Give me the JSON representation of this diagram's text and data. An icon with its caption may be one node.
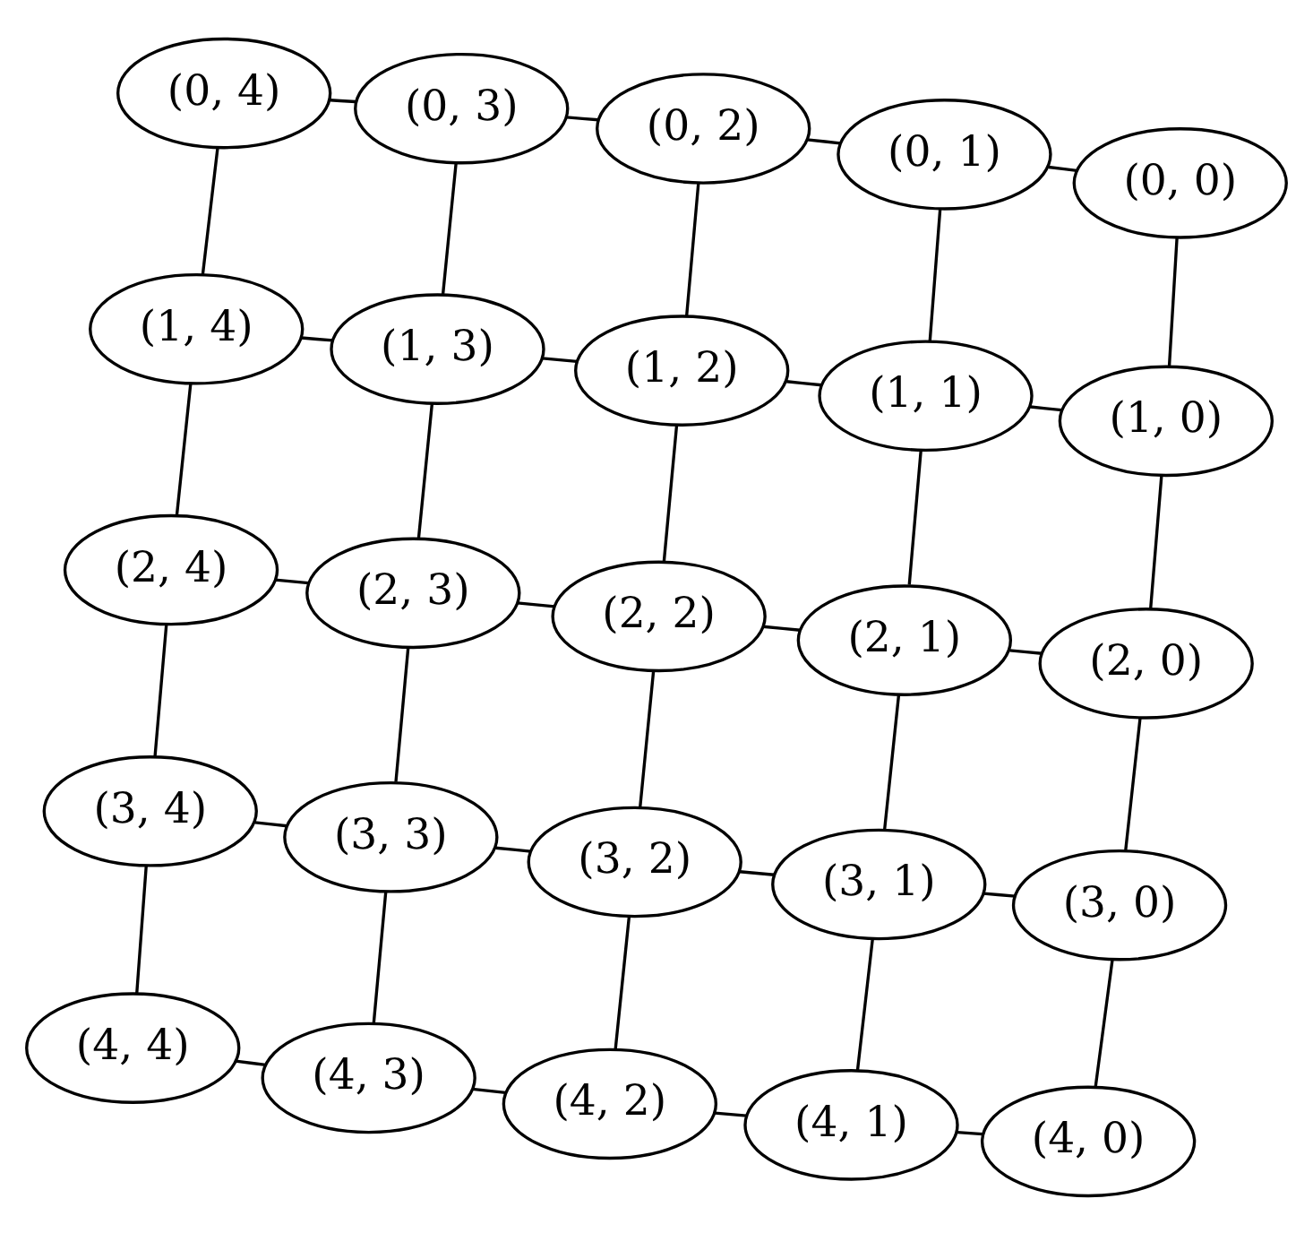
{
  "diagram": {
    "nodes": [
      {
        "text": [
          "(4, 4)"
        ]
      },
      {
        "text": [
          "(4, 3)"
        ]
      },
      {
        "text": [
          "(3, 4)"
        ]
      },
      {
        "text": [
          "(4, 2)"
        ]
      },
      {
        "text": [
          "(3, 3)"
        ]
      },
      {
        "text": [
          "(2, 4)"
        ]
      },
      {
        "text": [
          "(4, 1)"
        ]
      },
      {
        "text": [
          "(3, 2)"
        ]
      },
      {
        "text": [
          "(2, 3)"
        ]
      },
      {
        "text": [
          "(1, 4)"
        ]
      },
      {
        "text": [
          "(4, 0)"
        ]
      },
      {
        "text": [
          "(3, 1)"
        ]
      },
      {
        "text": [
          "(2, 2)"
        ]
      },
      {
        "text": [
          "(1, 3)"
        ]
      },
      {
        "text": [
          "(0, 4)"
        ]
      },
      {
        "text": [
          "(3, 0)"
        ]
      },
      {
        "text": [
          "(2, 1)"
        ]
      },
      {
        "text": [
          "(1, 2)"
        ]
      },
      {
        "text": [
          "(0, 3)"
        ]
      },
      {
        "text": [
          "(2, 0)"
        ]
      },
      {
        "text": [
          "(1, 1)"
        ]
      },
      {
        "text": [
          "(0, 2)"
        ]
      },
      {
        "text": [
          "(1, 0)"
        ]
      },
      {
        "text": [
          "(0, 1)"
        ]
      },
      {
        "text": [
          "(0, 0)"
        ]
      }
    ],
    "edges": [
      {
        "from": 0,
        "to": 1,
        "arrow": "none"
      },
      {
        "from": 0,
        "to": 2,
        "arrow": "none"
      },
      {
        "from": 1,
        "to": 3,
        "arrow": "none"
      },
      {
        "from": 1,
        "to": 4,
        "arrow": "none"
      },
      {
        "from": 2,
        "to": 4,
        "arrow": "none"
      },
      {
        "from": 2,
        "to": 5,
        "arrow": "none"
      },
      {
        "from": 3,
        "to": 6,
        "arrow": "none"
      },
      {
        "from": 3,
        "to": 7,
        "arrow": "none"
      },
      {
        "from": 4,
        "to": 7,
        "arrow": "none"
      },
      {
        "from": 4,
        "to": 8,
        "arrow": "none"
      },
      {
        "from": 5,
        "to": 8,
        "arrow": "none"
      },
      {
        "from": 5,
        "to": 9,
        "arrow": "none"
      },
      {
        "from": 6,
        "to": 10,
        "arrow": "none"
      },
      {
        "from": 6,
        "to": 11,
        "arrow": "none"
      },
      {
        "from": 7,
        "to": 11,
        "arrow": "none"
      },
      {
        "from": 7,
        "to": 12,
        "arrow": "none"
      },
      {
        "from": 8,
        "to": 12,
        "arrow": "none"
      },
      {
        "from": 8,
        "to": 13,
        "arrow": "none"
      },
      {
        "from": 9,
        "to": 13,
        "arrow": "none"
      },
      {
        "from": 9,
        "to": 14,
        "arrow": "none"
      },
      {
        "from": 10,
        "to": 15,
        "arrow": "none"
      },
      {
        "from": 11,
        "to": 15,
        "arrow": "none"
      },
      {
        "from": 11,
        "to": 16,
        "arrow": "none"
      },
      {
        "from": 12,
        "to": 16,
        "arrow": "none"
      },
      {
        "from": 12,
        "to": 17,
        "arrow": "none"
      },
      {
        "from": 13,
        "to": 17,
        "arrow": "none"
      },
      {
        "from": 13,
        "to": 18,
        "arrow": "none"
      },
      {
        "from": 14,
        "to": 18,
        "arrow": "none"
      },
      {
        "from": 15,
        "to": 19,
        "arrow": "none"
      },
      {
        "from": 16,
        "to": 19,
        "arrow": "none"
      },
      {
        "from": 16,
        "to": 20,
        "arrow": "none"
      },
      {
        "from": 17,
        "to": 20,
        "arrow": "none"
      },
      {
        "from": 17,
        "to": 21,
        "arrow": "none"
      },
      {
        "from": 18,
        "to": 21,
        "arrow": "none"
      },
      {
        "from": 19,
        "to": 22,
        "arrow": "none"
      },
      {
        "from": 20,
        "to": 22,
        "arrow": "none"
      },
      {
        "from": 20,
        "to": 23,
        "arrow": "none"
      },
      {
        "from": 21,
        "to": 23,
        "arrow": "none"
      },
      {
        "from": 22,
        "to": 24,
        "arrow": "none"
      },
      {
        "from": 23,
        "to": 24,
        "arrow": "none"
      }
    ]
  }
}
